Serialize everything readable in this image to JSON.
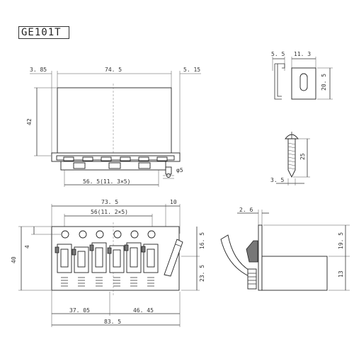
{
  "model": "GE101T",
  "top_view": {
    "dim_left": "3. 85",
    "dim_width": "74. 5",
    "dim_right": "5. 15",
    "dim_height": "42",
    "dim_hole": "φ5",
    "dim_spacing": "56. 5(11. 3×5)"
  },
  "front_view": {
    "dim_overall_top": "73. 5",
    "dim_side": "10",
    "dim_spacing": "56(11. 2×5)",
    "dim_height": "40",
    "dim_small": "4",
    "dim_upper": "16. 5",
    "dim_lower": "23. 5",
    "dim_left_part": "37. 05",
    "dim_right_part": "46. 45",
    "dim_overall": "83. 5"
  },
  "clip": {
    "dim_a": "5. 5",
    "dim_b": "11. 3",
    "dim_c": "20. 5"
  },
  "screw": {
    "dim_length": "25",
    "dim_dia": "3. 5"
  },
  "side_view": {
    "dim_thick": "2. 6",
    "dim_upper": "19. 5",
    "dim_lower": "13"
  }
}
